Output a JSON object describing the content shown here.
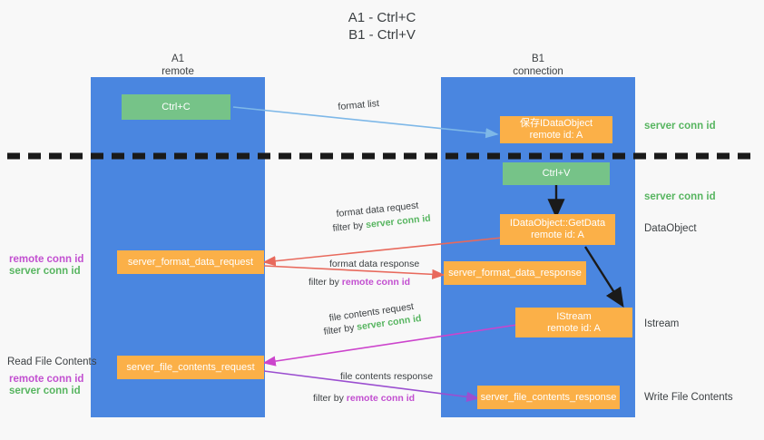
{
  "title": {
    "line1": "A1 - Ctrl+C",
    "line2": "B1 - Ctrl+V"
  },
  "colors": {
    "lane": "#4a86e0",
    "box_orange": "#fbb048",
    "box_green": "#76c388",
    "green_text": "#57b560",
    "purple_text": "#c24fd0",
    "arrow_blue": "#7eb8e8",
    "arrow_red": "#e8695c",
    "arrow_magenta": "#cc44cc",
    "arrow_purple": "#9b4fd0",
    "arrow_black": "#1a1a1a",
    "divider": "#1a1a1a",
    "background": "#f8f8f8"
  },
  "columns": [
    {
      "name": "A1",
      "sub": "remote"
    },
    {
      "name": "B1",
      "sub": "connection"
    }
  ],
  "boxes": {
    "ctrl_c": "Ctrl+C",
    "ctrl_v": "Ctrl+V",
    "save_dataobject_l1": "保存IDataObject",
    "save_dataobject_l2": "remote id: A",
    "getdata_l1": "IDataObject::GetData",
    "getdata_l2": "remote id: A",
    "istream_l1": "IStream",
    "istream_l2": "remote id: A",
    "server_format_data_request": "server_format_data_request",
    "server_format_data_response": "server_format_data_response",
    "server_file_contents_request": "server_file_contents_request",
    "server_file_contents_response": "server_file_contents_response"
  },
  "edges": {
    "format_list": "format list",
    "format_data_request": "format data request",
    "format_data_request_filter_prefix": "filter by ",
    "format_data_request_filter_value": "server conn id",
    "format_data_response": "format data response",
    "format_data_response_filter_prefix": "filter by ",
    "format_data_response_filter_value": "remote conn id",
    "file_contents_request": "file contents request",
    "file_contents_request_filter_prefix": "filter by ",
    "file_contents_request_filter_value": "server conn id",
    "file_contents_response": "file contents response",
    "file_contents_response_filter_prefix": "filter by ",
    "file_contents_response_filter_value": "remote conn id"
  },
  "right_labels": {
    "server_conn_id_top": "server conn id",
    "server_conn_id_mid": "server conn id",
    "dataobject": "DataObject",
    "istream": "Istream",
    "write_file_contents": "Write File Contents"
  },
  "left_labels": {
    "remote_conn_id_upper": "remote conn id",
    "server_conn_id_upper": "server conn id",
    "read_file_contents": "Read File Contents",
    "remote_conn_id_lower": "remote conn id",
    "server_conn_id_lower": "server conn id"
  }
}
